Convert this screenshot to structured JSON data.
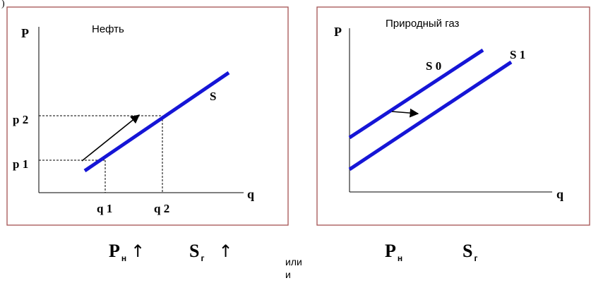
{
  "corner_mark": ")",
  "oil": {
    "title": "Нефть",
    "axis_p": "P",
    "axis_q": "q",
    "curve_label": "S",
    "p1": "p 1",
    "p2": "p 2",
    "q1": "q 1",
    "q2": "q 2"
  },
  "gas": {
    "title": "Природный газ",
    "axis_p": "P",
    "axis_q": "q",
    "s0": "S 0",
    "s1": "S 1"
  },
  "bottom": {
    "oil_price": {
      "letter": "P",
      "sub": "н",
      "arrow": "↑"
    },
    "gas_supply": {
      "letter": "S",
      "sub": "г",
      "arrow": "↑"
    },
    "middle_text": [
      "или",
      "и"
    ],
    "oil_price_2": {
      "letter": "P",
      "sub": "н"
    },
    "gas_supply_2": {
      "letter": "S",
      "sub": "г"
    }
  },
  "colors": {
    "frame": "#a35252",
    "curve": "#1515d6"
  }
}
